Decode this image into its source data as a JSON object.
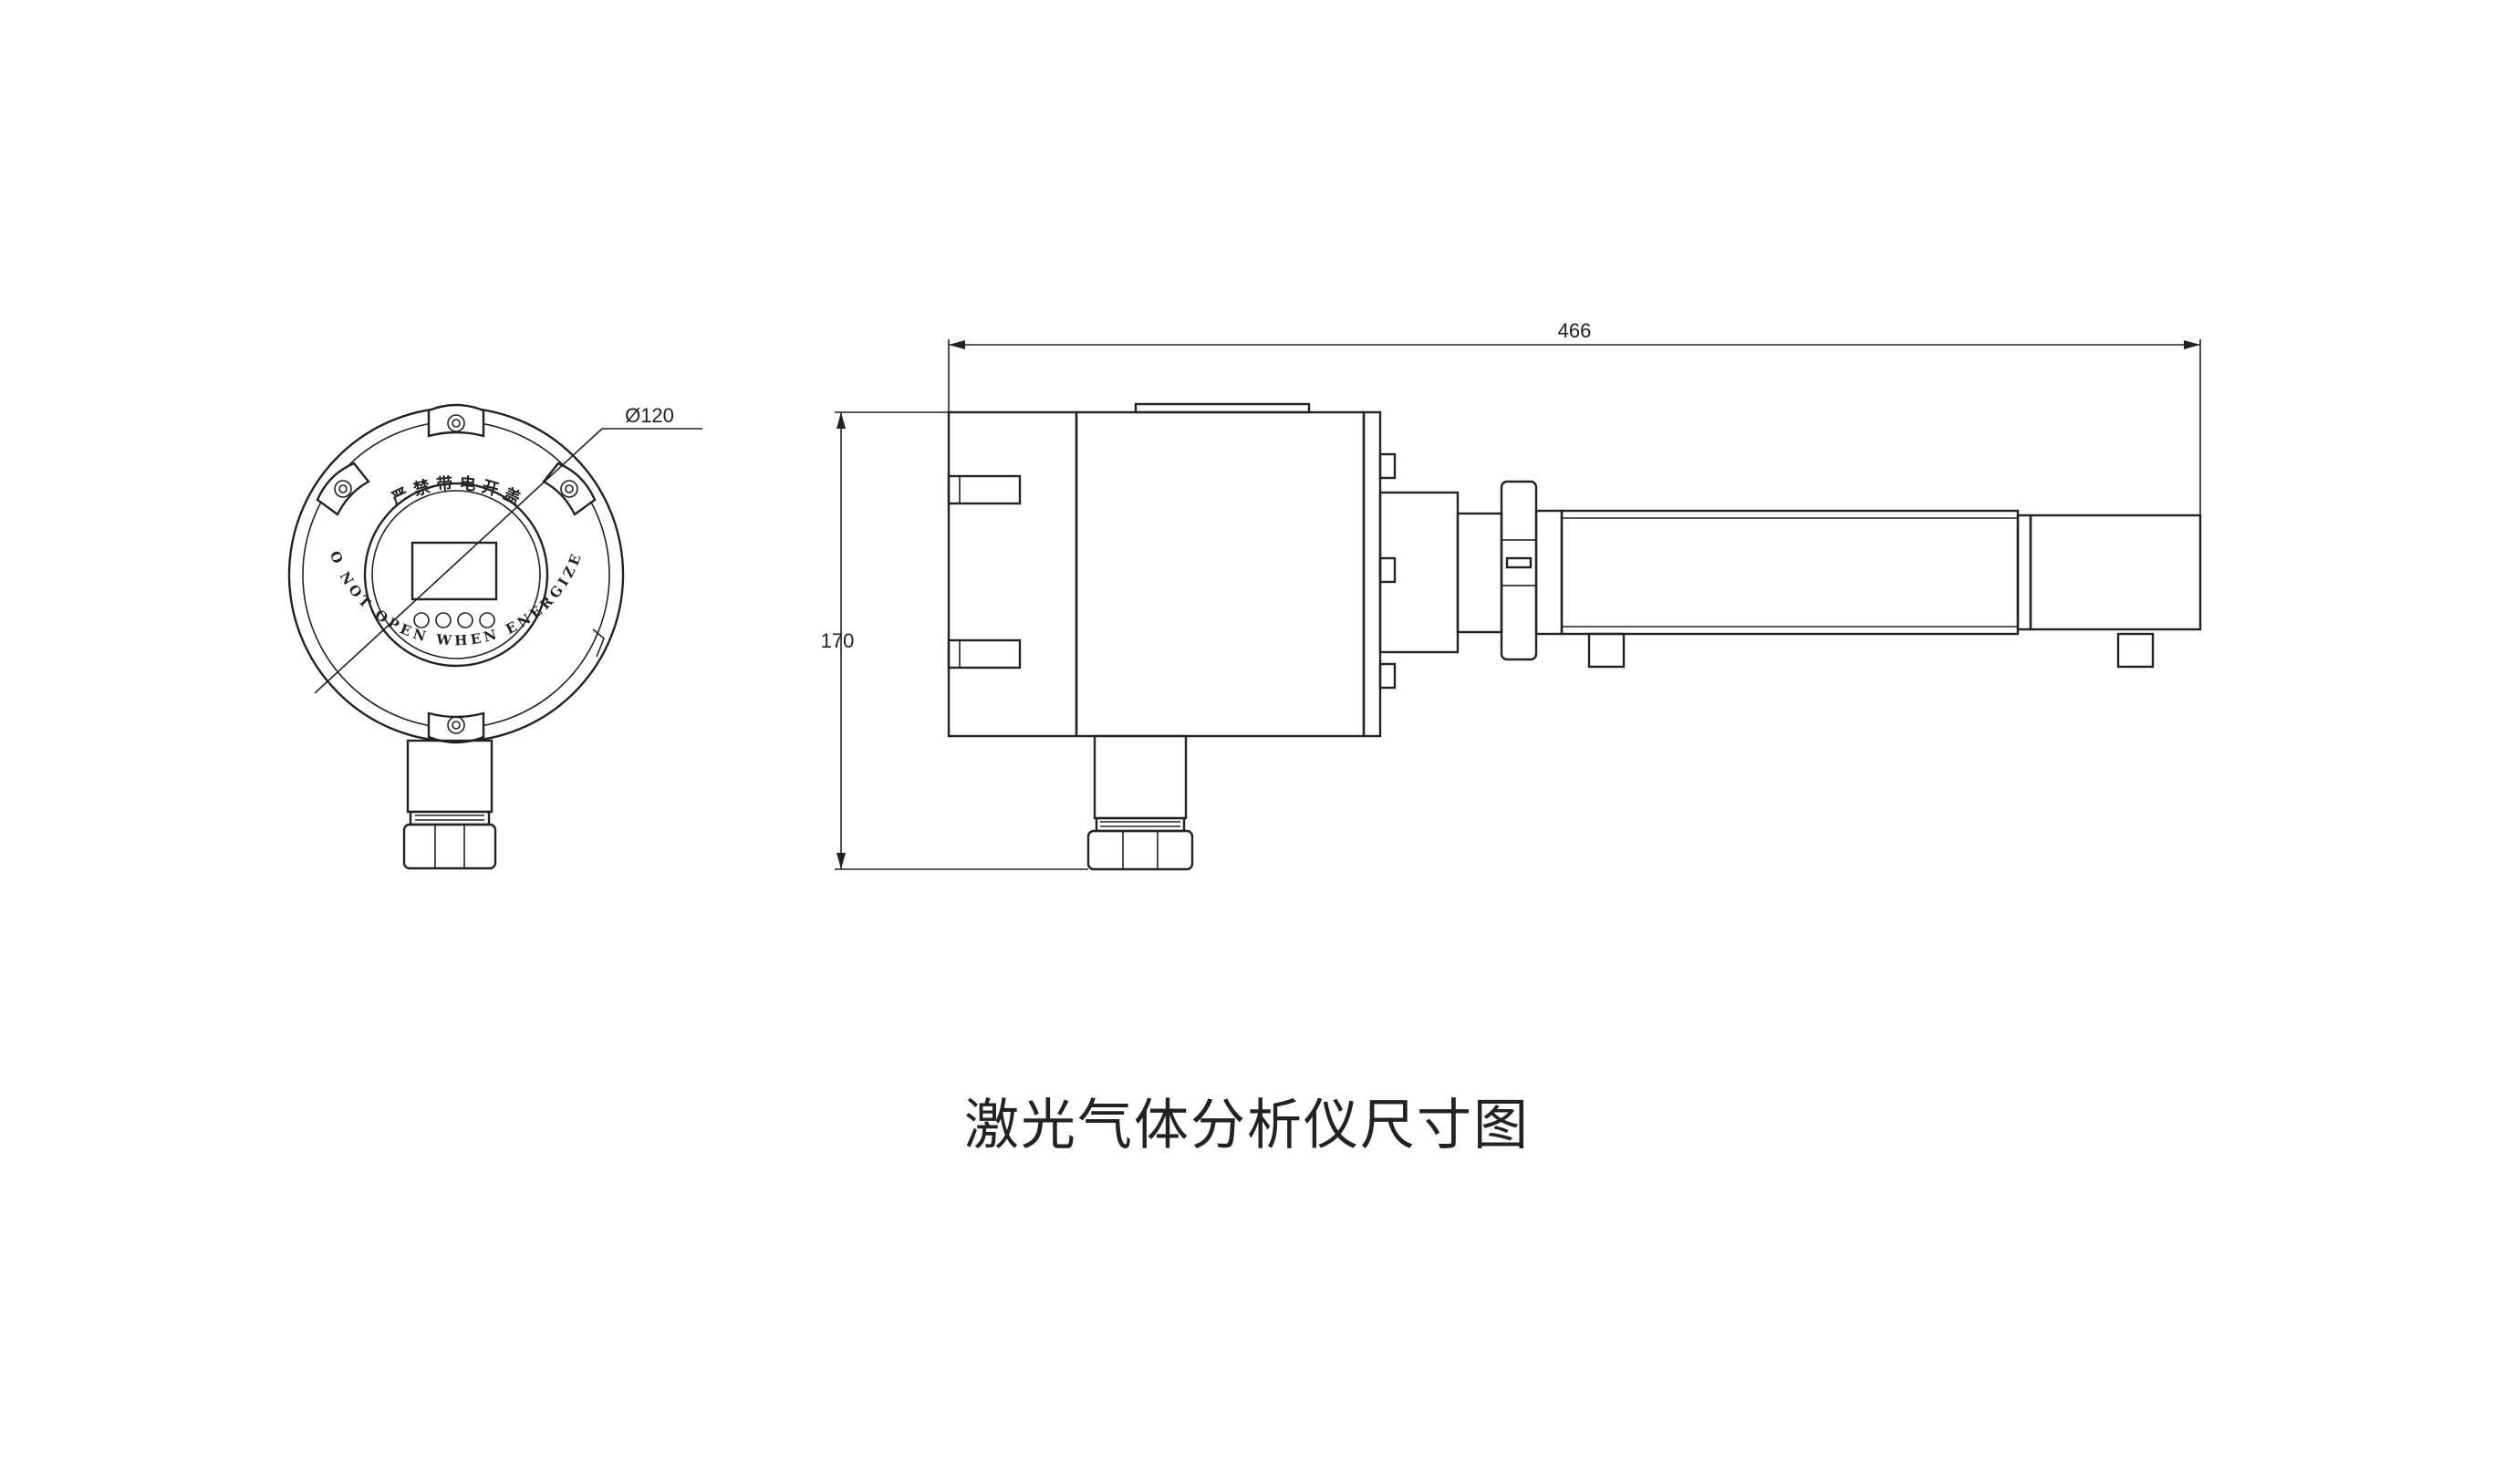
{
  "caption": "激光气体分析仪尺寸图",
  "dimensions": {
    "diameter": "Ø120",
    "length": "466",
    "height": "170"
  },
  "front_view": {
    "ring_top_text": "严 禁 带 电 开 盖",
    "ring_bottom_text": "DO NOT OPEN WHEN ENERGIZED"
  },
  "colors": {
    "line": "#222222",
    "background": "#ffffff"
  }
}
